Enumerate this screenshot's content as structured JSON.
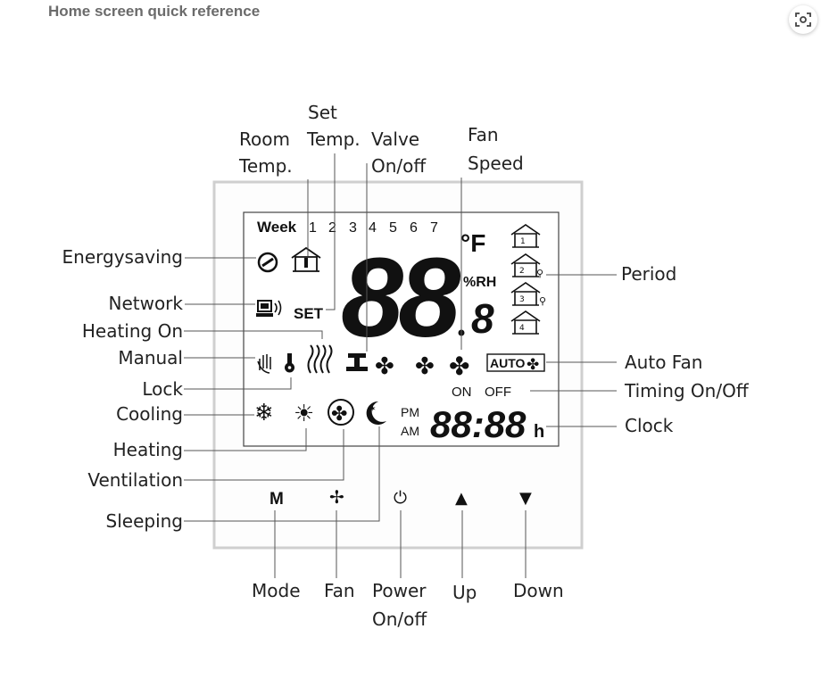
{
  "page": {
    "title": "Home screen quick reference"
  },
  "top_labels": {
    "room_temp_1": "Room",
    "room_temp_2": "Temp.",
    "set_temp_1": "Set",
    "set_temp_2": "Temp.",
    "valve_1": "Valve",
    "valve_2": "On/off",
    "fan_speed_1": "Fan",
    "fan_speed_2": "Speed"
  },
  "left_labels": {
    "energysaving": "Energysaving",
    "network": "Network",
    "heating_on": "Heating On",
    "manual": "Manual",
    "lock": "Lock",
    "cooling": "Cooling",
    "heating": "Heating",
    "ventilation": "Ventilation",
    "sleeping": "Sleeping"
  },
  "right_labels": {
    "period": "Period",
    "auto_fan": "Auto Fan",
    "timing": "Timing On/Off",
    "clock": "Clock"
  },
  "bottom_labels": {
    "mode": "Mode",
    "fan": "Fan",
    "power_1": "Power",
    "power_2": "On/off",
    "up": "Up",
    "down": "Down"
  },
  "lcd": {
    "week_label": "Week",
    "days": [
      "1",
      "2",
      "3",
      "4",
      "5",
      "6",
      "7"
    ],
    "main_digits": "88",
    "unit": "°F",
    "humidity_unit": "%RH",
    "decimal_digit": "8",
    "set_label": "SET",
    "auto_label": "AUTO",
    "on_label": "ON",
    "off_label": "OFF",
    "pm_label": "PM",
    "am_label": "AM",
    "clock_digits": "88:88",
    "clock_suffix": "h",
    "period_numbers": [
      "1",
      "2",
      "3",
      "4"
    ]
  },
  "buttons": {
    "mode_glyph": "M",
    "fan_glyph": "✢",
    "power_glyph": "⏻",
    "up_glyph": "▲",
    "down_glyph": "▼"
  }
}
